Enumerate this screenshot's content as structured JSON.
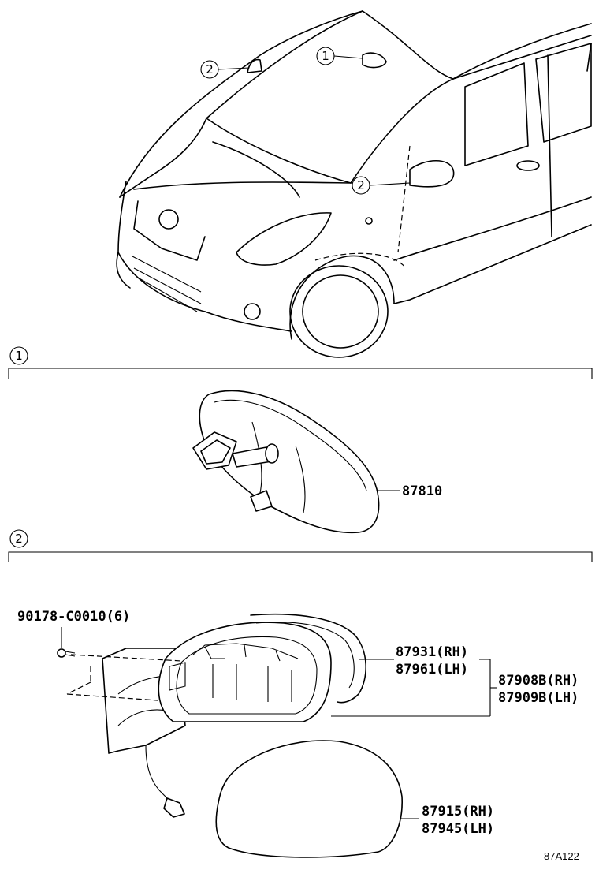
{
  "callouts": {
    "one": "1",
    "two": "2"
  },
  "parts": {
    "inner_mirror": "87810",
    "screw": "90178-C0010(6)",
    "cover_rh": "87931(RH)",
    "cover_lh": "87961(LH)",
    "outer_mirror_rh": "87908B(RH)",
    "outer_mirror_lh": "87909B(LH)",
    "glass_rh": "87915(RH)",
    "glass_lh": "87945(LH)"
  },
  "figure_id": "87A122",
  "colors": {
    "ink": "#000000",
    "paper": "#ffffff"
  }
}
